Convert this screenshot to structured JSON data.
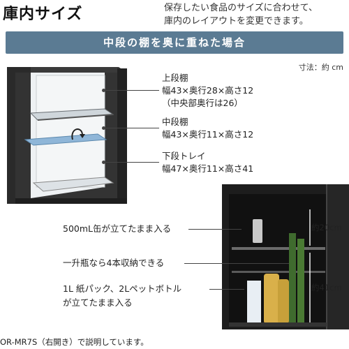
{
  "header": {
    "title": "庫内サイズ",
    "intro_lines": [
      "保存したい食品のサイズに合わせて、",
      "庫内のレイアウトを変更できます。"
    ]
  },
  "banner": {
    "label": "中段の棚を奥に重ねた場合"
  },
  "unit_note": "寸法：約 cm",
  "specs": {
    "upper": {
      "name": "上段棚",
      "dims": "幅43×奥行28×高さ12",
      "note": "（中央部奥行は26）"
    },
    "middle": {
      "name": "中段棚",
      "dims": "幅43×奥行11×高さ12"
    },
    "lower": {
      "name": "下段トレイ",
      "dims": "幅47×奥行11×高さ41"
    }
  },
  "dimensions": {
    "top_height": "約20cm",
    "bottom_height": "約41cm"
  },
  "callouts": {
    "can": "500mL缶が立てたまま入る",
    "bottle": "一升瓶なら4本収納できる",
    "carton_line1": "1L 紙パック、2Lペットボトル",
    "carton_line2": "が立てたまま入る"
  },
  "footnote": "OR-MR7S（右開き）で説明しています。",
  "colors": {
    "banner": "#5b7b93",
    "cabinet": "#2a2a2a",
    "shelf_blue": "#8fb6d8"
  }
}
